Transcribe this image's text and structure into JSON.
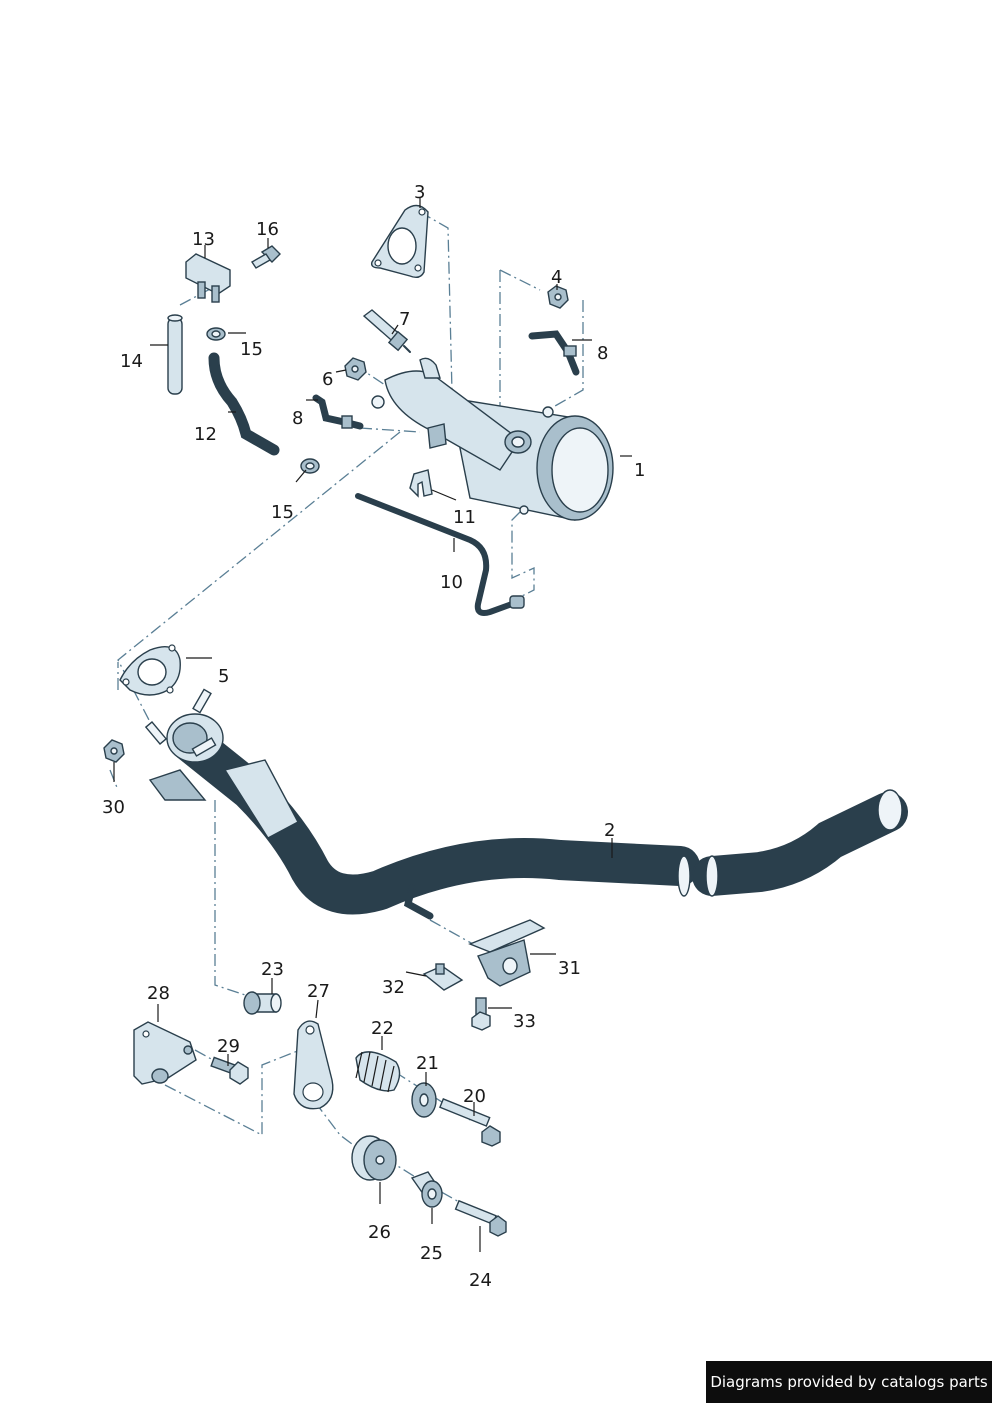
{
  "callouts": {
    "c1": "1",
    "c2": "2",
    "c3": "3",
    "c4": "4",
    "c5": "5",
    "c6": "6",
    "c7": "7",
    "c8a": "8",
    "c8b": "8",
    "c10": "10",
    "c11": "11",
    "c12": "12",
    "c13": "13",
    "c14": "14",
    "c15a": "15",
    "c15b": "15",
    "c16": "16",
    "c20": "20",
    "c21": "21",
    "c22": "22",
    "c23": "23",
    "c24": "24",
    "c25": "25",
    "c26": "26",
    "c27": "27",
    "c28": "28",
    "c29": "29",
    "c30": "30",
    "c31": "31",
    "c32": "32",
    "c33": "33"
  },
  "credit": "Diagrams provided by catalogs parts",
  "colors": {
    "part_fill": "#d6e4ec",
    "outline": "#2a3f4c",
    "leader": "#5a7f95",
    "credit_bg": "#0d0d0d"
  }
}
